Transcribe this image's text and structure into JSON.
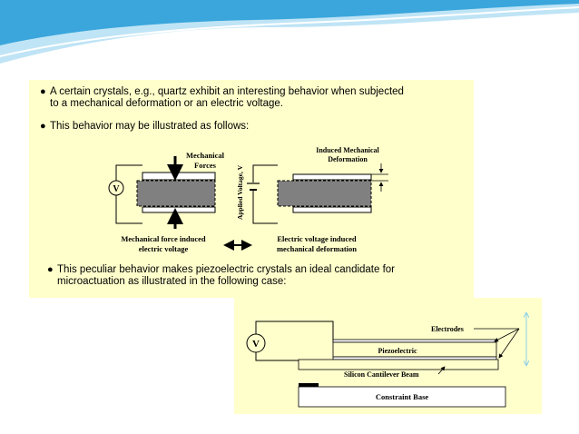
{
  "bullets": [
    "A certain crystals, e.g., quartz exhibit an interesting behavior when subjected",
    "to a mechanical deformation or an electric voltage.",
    "This behavior may be illustrated as follows:",
    "This peculiar behavior makes piezoelectric crystals an ideal candidate for",
    "microactuation as illustrated in the following case:"
  ],
  "bullet_symbol": "●",
  "diagram1": {
    "voltmeter_symbol": "V",
    "mechanical_forces_line1": "Mechanical",
    "mechanical_forces_line2": "Forces",
    "applied_voltage": "Applied Voltage, V",
    "induced_line1": "Induced Mechanical",
    "induced_line2": "Deformation",
    "caption_left_line1": "Mechanical force induced",
    "caption_left_line2": "electric voltage",
    "caption_right_line1": "Electric voltage induced",
    "caption_right_line2": "mechanical deformation"
  },
  "diagram2": {
    "voltmeter_symbol": "V",
    "electrodes": "Electrodes",
    "piezoelectric": "Piezoelectric",
    "silicon_beam": "Silicon Cantilever Beam",
    "constraint_base": "Constraint Base"
  },
  "colors": {
    "panel_background": "#ffffcc",
    "header_blue": "#3aa6dc",
    "header_light_blue": "#bfe4f5",
    "crystal_fill": "#808080"
  }
}
